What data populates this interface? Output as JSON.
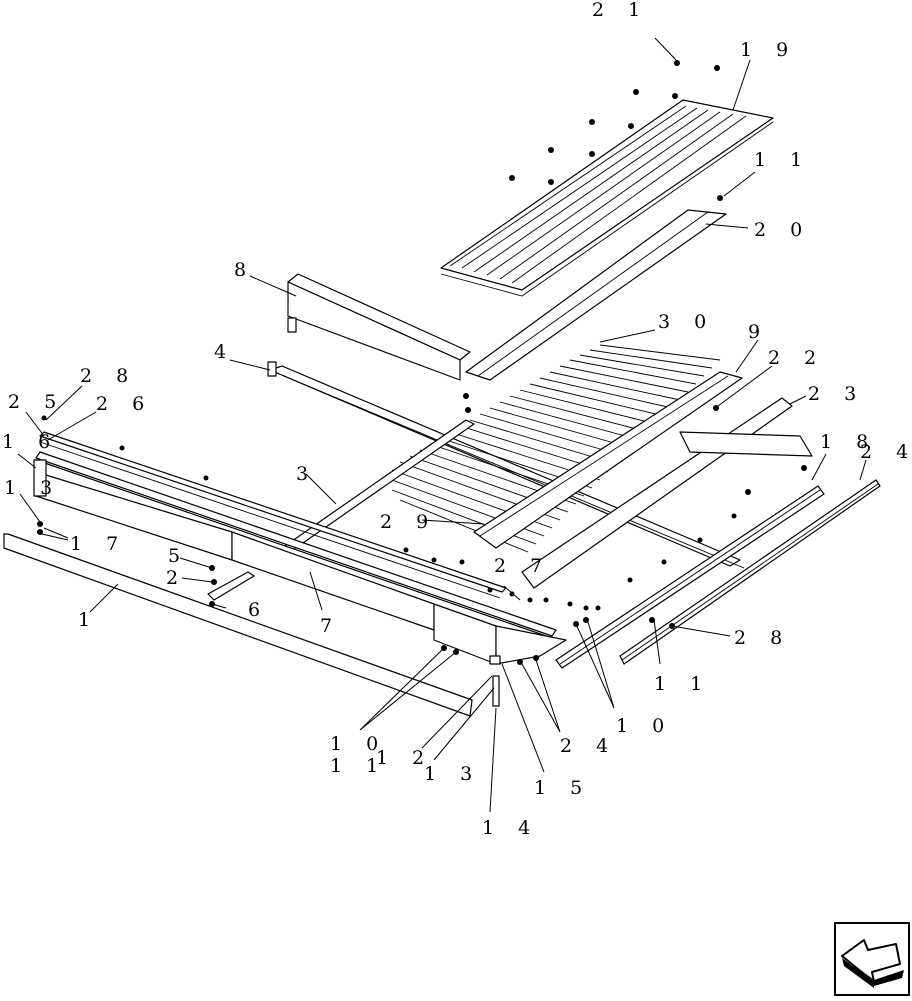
{
  "diagram": {
    "callouts": [
      {
        "id": "c21",
        "text": "2 1"
      },
      {
        "id": "c19",
        "text": "1 9"
      },
      {
        "id": "c11a",
        "text": "1 1"
      },
      {
        "id": "c20",
        "text": "2 0"
      },
      {
        "id": "c8",
        "text": "8"
      },
      {
        "id": "c30",
        "text": "3 0"
      },
      {
        "id": "c9",
        "text": "9"
      },
      {
        "id": "c4",
        "text": "4"
      },
      {
        "id": "c22",
        "text": "2 2"
      },
      {
        "id": "c23",
        "text": "2 3"
      },
      {
        "id": "c28a",
        "text": "2 8"
      },
      {
        "id": "c25",
        "text": "2 5"
      },
      {
        "id": "c26",
        "text": "2 6"
      },
      {
        "id": "c16",
        "text": "1 6"
      },
      {
        "id": "c18",
        "text": "1 8"
      },
      {
        "id": "c24a",
        "text": "2 4"
      },
      {
        "id": "c3",
        "text": "3"
      },
      {
        "id": "c13a",
        "text": "1 3"
      },
      {
        "id": "c29",
        "text": "2 9"
      },
      {
        "id": "c17",
        "text": "1 7"
      },
      {
        "id": "c5",
        "text": "5"
      },
      {
        "id": "c27",
        "text": "2 7"
      },
      {
        "id": "c2",
        "text": "2"
      },
      {
        "id": "c6",
        "text": "6"
      },
      {
        "id": "c1",
        "text": "1"
      },
      {
        "id": "c7",
        "text": "7"
      },
      {
        "id": "c28b",
        "text": "2 8"
      },
      {
        "id": "c11b",
        "text": "1 1"
      },
      {
        "id": "c10a",
        "text": "1 0"
      },
      {
        "id": "c10b",
        "text": "1 0"
      },
      {
        "id": "c11c",
        "text": "1 1"
      },
      {
        "id": "c12",
        "text": "1 2"
      },
      {
        "id": "c24b",
        "text": "2 4"
      },
      {
        "id": "c13b",
        "text": "1 3"
      },
      {
        "id": "c15",
        "text": "1 5"
      },
      {
        "id": "c14",
        "text": "1 4"
      }
    ]
  },
  "nav": {
    "icon": "back-arrow-icon"
  }
}
